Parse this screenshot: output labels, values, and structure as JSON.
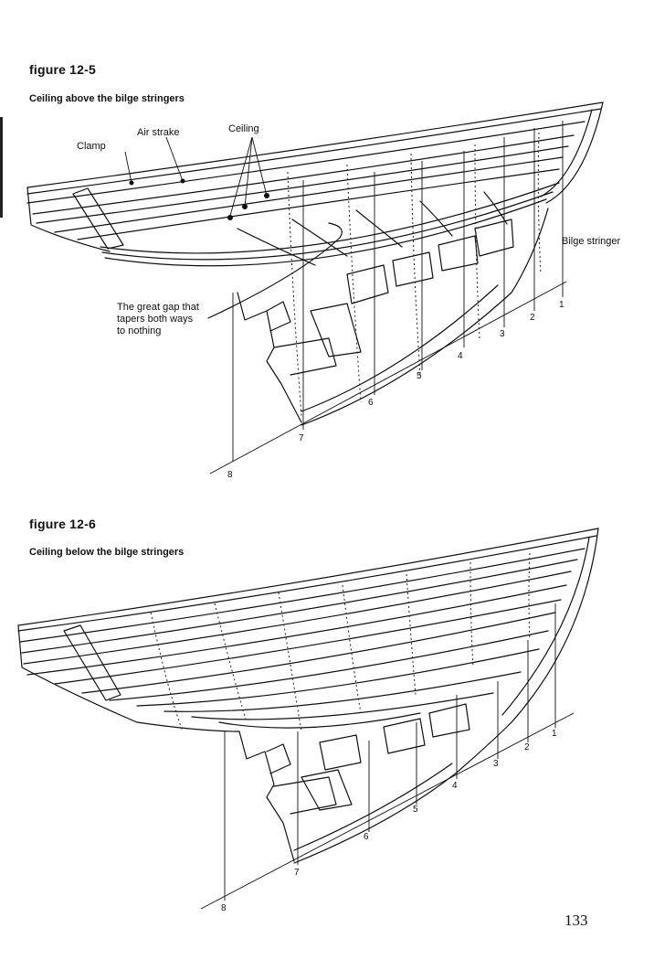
{
  "figure1": {
    "number": "figure 12-5",
    "caption": "Ceiling above the bilge stringers",
    "labels": {
      "clamp": "Clamp",
      "air_strake": "Air strake",
      "ceiling": "Ceiling",
      "bilge_stringer": "Bilge stringer",
      "gap_line1": "The great gap that",
      "gap_line2": "tapers both ways",
      "gap_line3": "to nothing"
    },
    "stations": [
      "1",
      "2",
      "3",
      "4",
      "5",
      "6",
      "7",
      "8"
    ]
  },
  "figure2": {
    "number": "figure 12-6",
    "caption": "Ceiling below the bilge stringers",
    "stations": [
      "1",
      "2",
      "3",
      "4",
      "5",
      "6",
      "7",
      "8"
    ]
  },
  "page_number": "133"
}
